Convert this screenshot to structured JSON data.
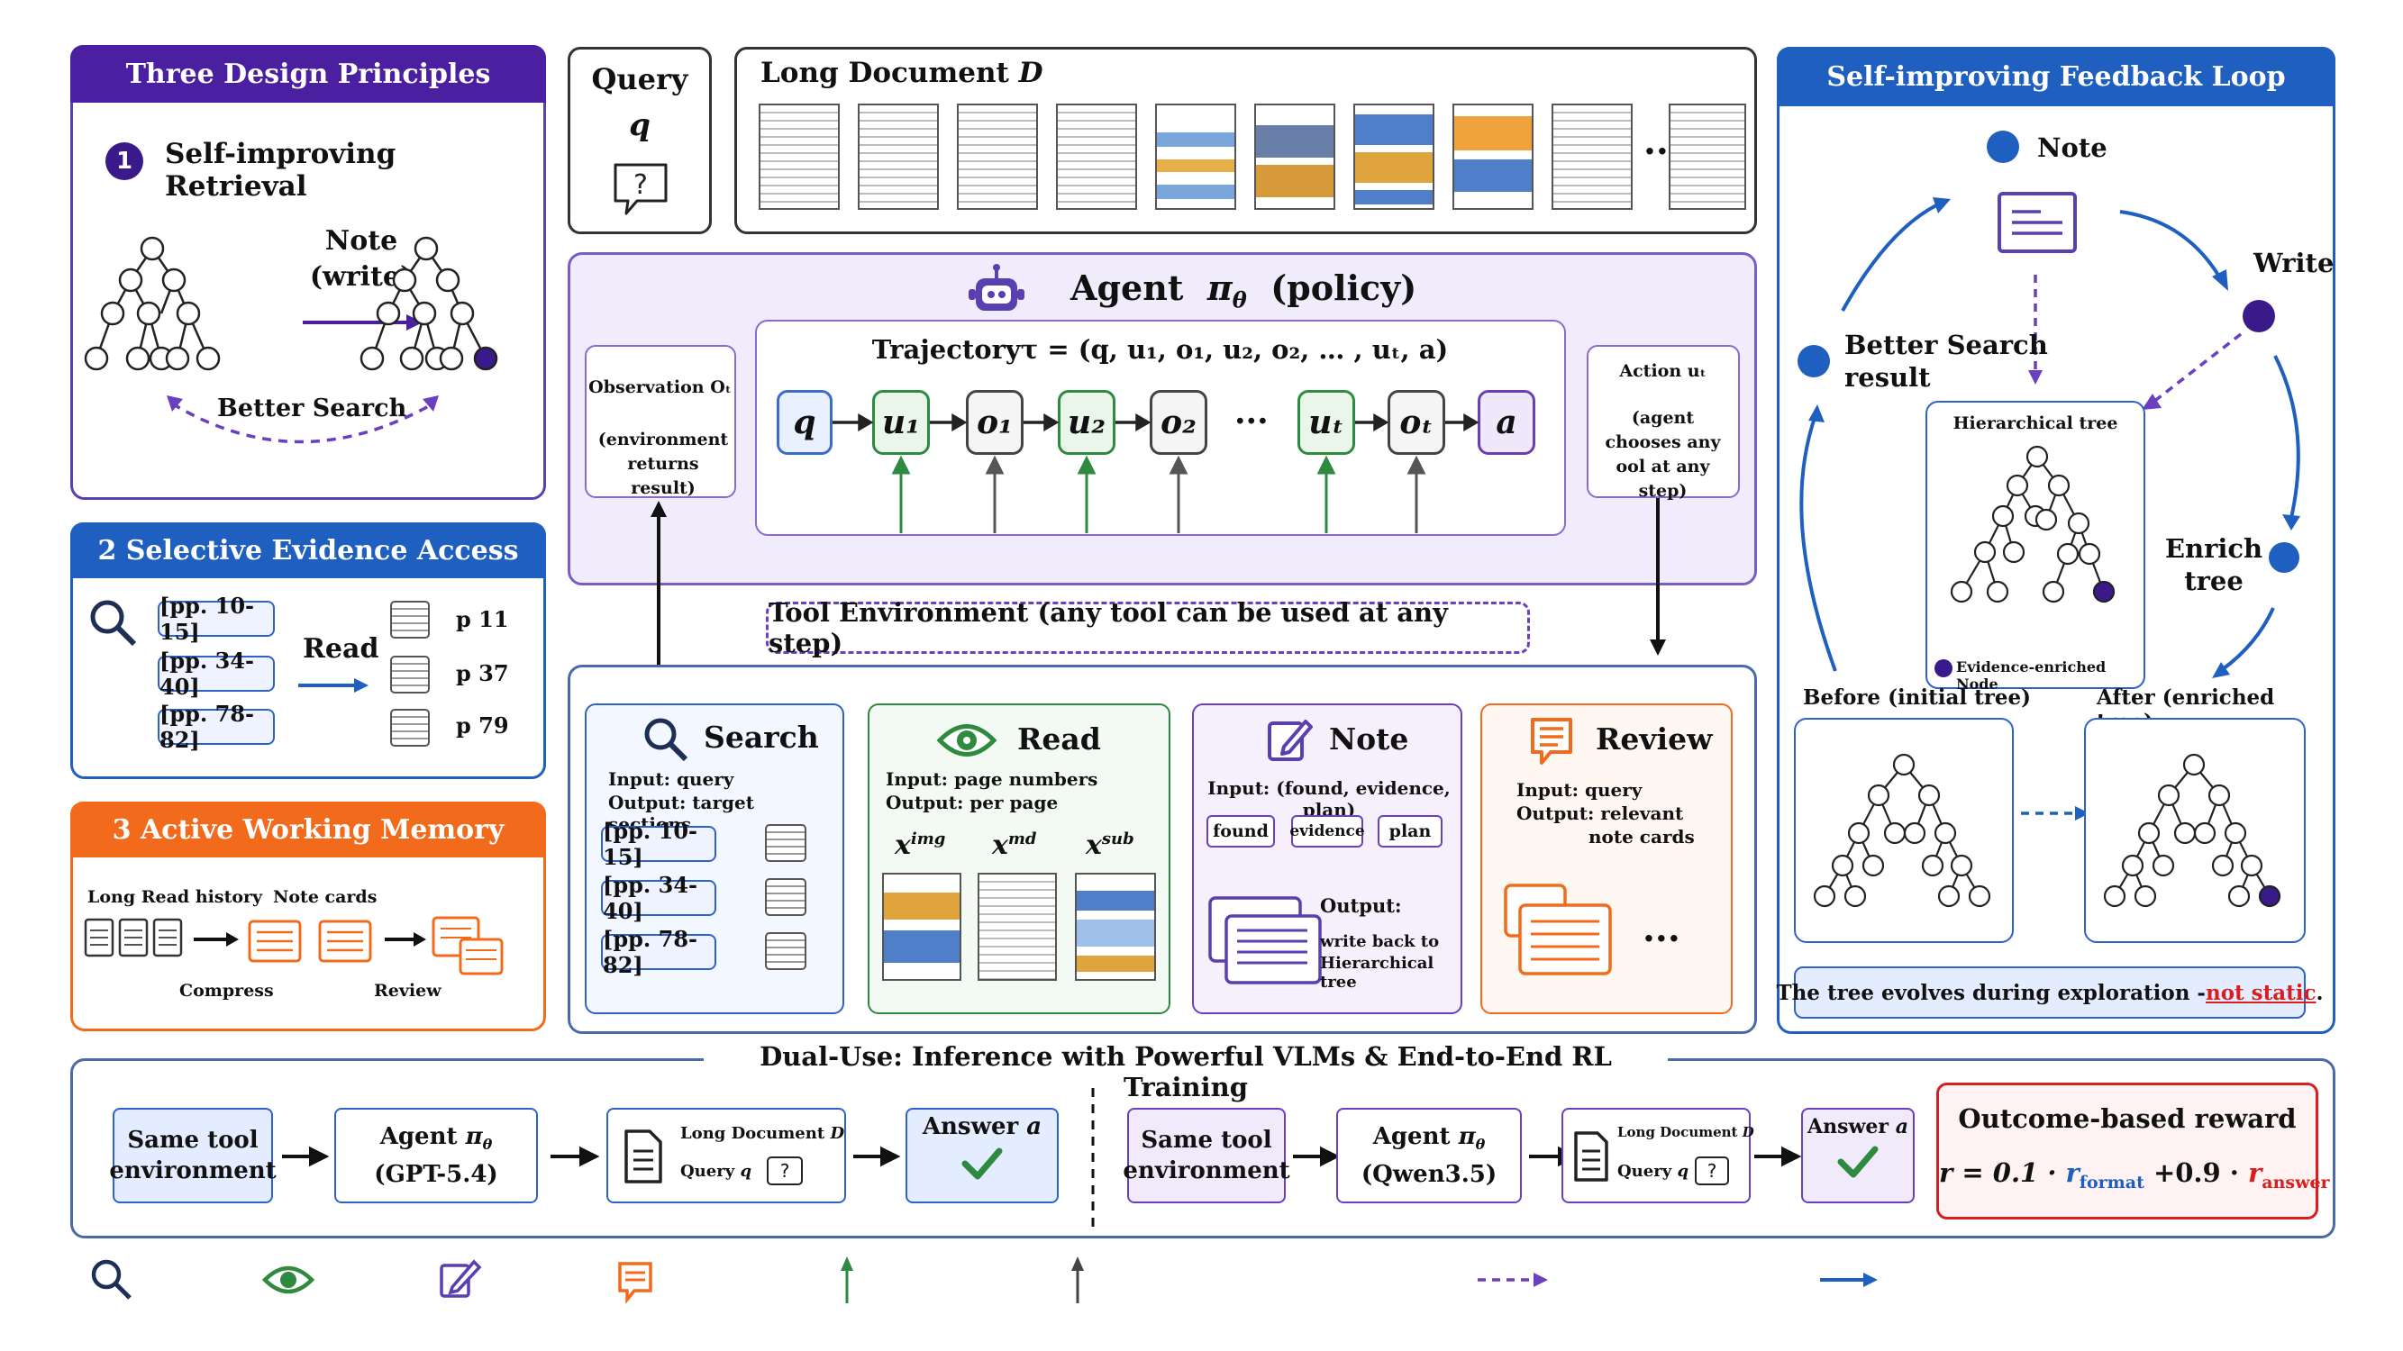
{
  "principles": {
    "header": "Three Design Principles",
    "p1_num": "1",
    "p1_title": "Self-improving Retrieval",
    "note_write_1": "Note",
    "note_write_2": "(write)",
    "better_search": "Better Search",
    "p2_header": "2   Selective Evidence Access",
    "ranges": [
      "[pp. 10-15]",
      "[pp. 34-40]",
      "[pp. 78-82]"
    ],
    "read_label": "Read",
    "pages": [
      "p 11",
      "p 37",
      "p 79"
    ],
    "p3_header": "3   Active Working Memory",
    "long_read": "Long Read history",
    "note_cards": "Note cards",
    "compress": "Compress",
    "review": "Review"
  },
  "query": {
    "label": "Query",
    "var": "q"
  },
  "long_doc": {
    "label": "Long Document",
    "var": "D"
  },
  "agent": {
    "title_a": "Agent",
    "title_pi": "π",
    "title_theta": "θ",
    "title_b": "(policy)",
    "trajectory": "Trajectoryτ = (q, u₁, o₁, u₂, o₂, … , uₜ, a)",
    "tokens": [
      "q",
      "u₁",
      "o₁",
      "u₂",
      "o₂",
      "uₜ",
      "oₜ",
      "a"
    ],
    "dots": "···",
    "observation_title": "Observation Oₜ",
    "observation_desc": "(environment returns result)",
    "action_title": "Action uₜ",
    "action_desc": "(agent chooses any ool at any step)"
  },
  "tool_env": {
    "label": "Tool Environment (any tool can be used at any step)",
    "search": {
      "title": "Search",
      "input": "Input: query",
      "output": "Output: target sections",
      "ranges": [
        "[pp. 10-15]",
        "[pp. 34-40]",
        "[pp. 78-82]"
      ]
    },
    "read": {
      "title": "Read",
      "input": "Input: page numbers",
      "output": "Output: per page",
      "x_img": "x",
      "x_img_sup": "img",
      "x_md": "x",
      "x_md_sup": "md",
      "x_sub": "x",
      "x_sub_sup": "sub"
    },
    "note": {
      "title": "Note",
      "input": "Input: (found, evidence, plan)",
      "tags": [
        "found",
        "evidence",
        "plan"
      ],
      "output_title": "Output:",
      "output_desc1": "write back to",
      "output_desc2": "Hierarchical tree"
    },
    "review": {
      "title": "Review",
      "input": "Input: query",
      "output1": "Output: relevant",
      "output2": "note cards",
      "dots": "···"
    }
  },
  "feedback": {
    "header": "Self-improving Feedback Loop",
    "note": "Note",
    "write": "Write",
    "better_search_1": "Better Search",
    "better_search_2": "result",
    "hier_tree": "Hierarchical tree",
    "evidence_node": "Evidence-enriched Node",
    "enrich_1": "Enrich",
    "enrich_2": "tree",
    "before": "Before (initial tree)",
    "after": "After (enriched tree)",
    "evolves": "The tree evolves during exploration - ",
    "not_static": "not static",
    "period": "."
  },
  "dual": {
    "title": "Dual-Use: Inference with Powerful VLMs & End-to-End RL Training",
    "same_tool_1": "Same tool",
    "same_tool_2": "environment",
    "agent": "Agent",
    "pi": "π",
    "theta": "θ",
    "model_left": "(GPT-5.4)",
    "model_right": "(Qwen3.5)",
    "long_doc": "Long Document",
    "doc_var": "D",
    "query": "Query",
    "query_var": "q",
    "answer": "Answer",
    "answer_var": "a",
    "reward_title": "Outcome-based reward",
    "reward_r": "r = 0.1 · ",
    "reward_rf": "r",
    "reward_rf_sub": "format",
    "reward_plus": " +0.9 · ",
    "reward_ra": "r",
    "reward_ra_sub": "answer"
  },
  "colors": {
    "purple": "#4a1fa0",
    "blue": "#1f5fbf",
    "orange": "#f26b1d",
    "green": "#2e8a3e",
    "red": "#d81f1f"
  }
}
